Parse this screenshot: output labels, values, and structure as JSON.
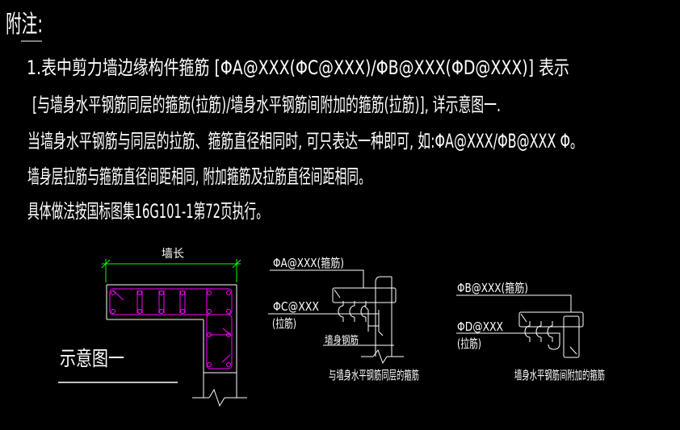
{
  "colors": {
    "background": "#000000",
    "text": "#ffffff",
    "dimension_line": "#00ff00",
    "rebar_detail": "#ff00ff",
    "wall_outline": "#ffffff"
  },
  "title": "附注:",
  "notes": [
    "1.表中剪力墙边缘构件箍筋 [ΦA@XXX(ΦC@XXX)/ΦB@XXX(ΦD@XXX)] 表示",
    "[与墙身水平钢筋同层的箍筋(拉筋)/墙身水平钢筋间附加的箍筋(拉筋)], 详示意图一.",
    "当墙身水平钢筋与同层的拉筋、箍筋直径相同时, 可只表达一种即可, 如:ΦA@XXX/ΦB@XXX Φ。",
    "墙身层拉筋与箍筋直径间距相同, 附加箍筋及拉筋直径间距相同。",
    "具体做法按国标图集16G101-1第72页执行。"
  ],
  "left_diagram": {
    "dim_label": "墙长",
    "caption": "示意图一"
  },
  "middle_diagram": {
    "hoop_label": "ΦA@XXX(箍筋)",
    "tie_label_line1": "ΦC@XXX",
    "tie_label_line2": "(拉筋)",
    "wall_rebar_label": "墙身钢筋",
    "caption": "与墙身水平钢筋同层的箍筋"
  },
  "right_diagram": {
    "hoop_label": "ΦB@XXX(箍筋)",
    "tie_label_line1": "ΦD@XXX",
    "tie_label_line2": "(拉筋)",
    "caption": "墙身水平钢筋间附加的箍筋"
  }
}
